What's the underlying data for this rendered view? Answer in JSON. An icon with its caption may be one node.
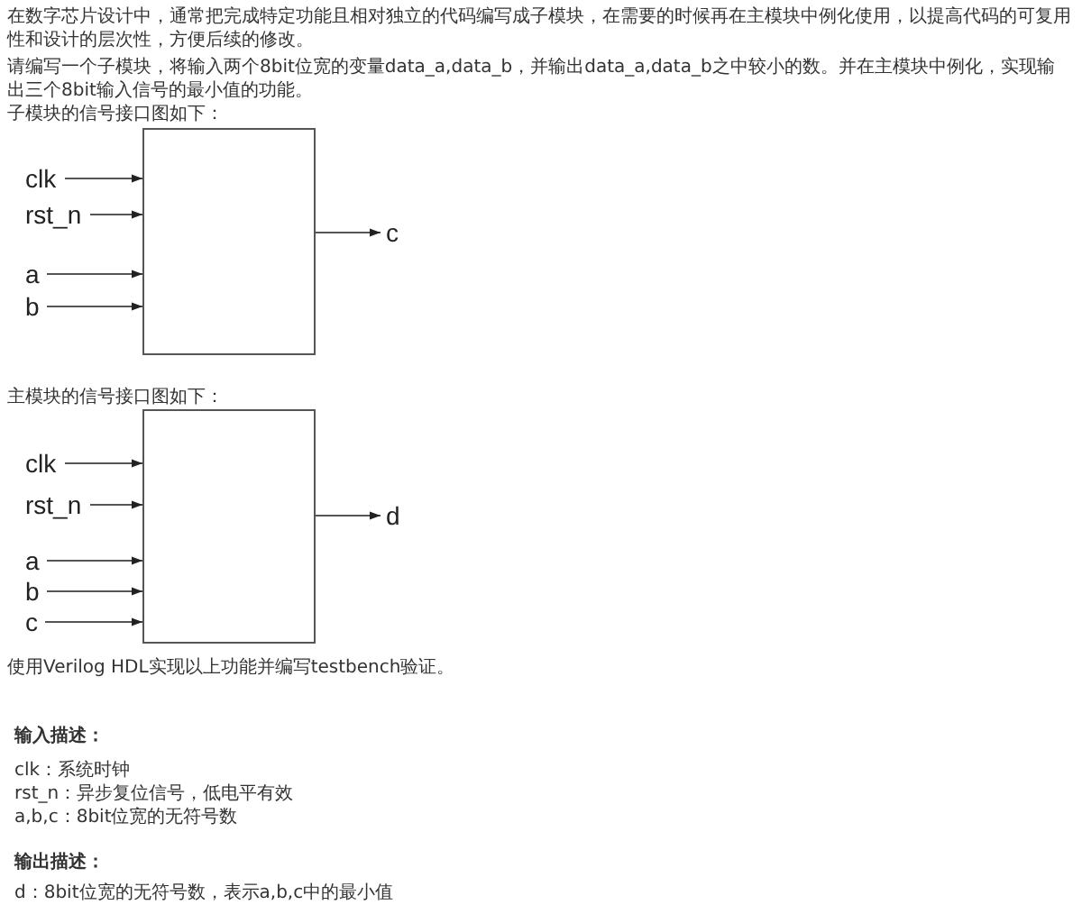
{
  "diagram": {
    "nodes": [
      {
        "text": [],
        "shape": "box"
      },
      {
        "text": [
          "clk"
        ]
      },
      {
        "text": [
          "rst_n"
        ]
      },
      {
        "text": [
          "a"
        ]
      },
      {
        "text": [
          "b"
        ]
      },
      {
        "text": [
          "c"
        ]
      },
      {
        "text": [],
        "shape": "box"
      },
      {
        "text": [
          "clk"
        ]
      },
      {
        "text": [
          "rst_n"
        ]
      },
      {
        "text": [
          "a"
        ]
      },
      {
        "text": [
          "b"
        ]
      },
      {
        "text": [
          "c"
        ]
      },
      {
        "text": [
          "d"
        ]
      }
    ],
    "edges": [
      {
        "from": 1,
        "to": 0,
        "arrow": "to"
      },
      {
        "from": 2,
        "to": 0,
        "arrow": "to"
      },
      {
        "from": 3,
        "to": 0,
        "arrow": "to"
      },
      {
        "from": 4,
        "to": 0,
        "arrow": "to"
      },
      {
        "from": 0,
        "to": 5,
        "arrow": "to"
      },
      {
        "from": 7,
        "to": 6,
        "arrow": "to"
      },
      {
        "from": 8,
        "to": 6,
        "arrow": "to"
      },
      {
        "from": 9,
        "to": 6,
        "arrow": "to"
      },
      {
        "from": 10,
        "to": 6,
        "arrow": "to"
      },
      {
        "from": 11,
        "to": 6,
        "arrow": "to"
      },
      {
        "from": 6,
        "to": 12,
        "arrow": "to"
      }
    ],
    "labels": [
      "在数字芯片设计中，通常把完成特定功能且相对独立的代码编写成子模块，在需要的时候再在主模块中例化使用，以提高代码的可复用性和设计的层次性，方便后续的修改。",
      "请编写一个子模块，将输入两个8bit位宽的变量data_a,data_b，并输出data_a,data_b之中较小的数。并在主模块中例化，实现输出三个8bit输入信号的最小值的功能。",
      "子模块的信号接口图如下：",
      "主模块的信号接口图如下：",
      "使用Verilog HDL实现以上功能并编写testbench验证。",
      "输入描述：",
      "clk：系统时钟",
      "rst_n：异步复位信号，低电平有效",
      "a,b,c：8bit位宽的无符号数",
      "输出描述：",
      "d：8bit位宽的无符号数，表示a,b,c中的最小值"
    ]
  }
}
